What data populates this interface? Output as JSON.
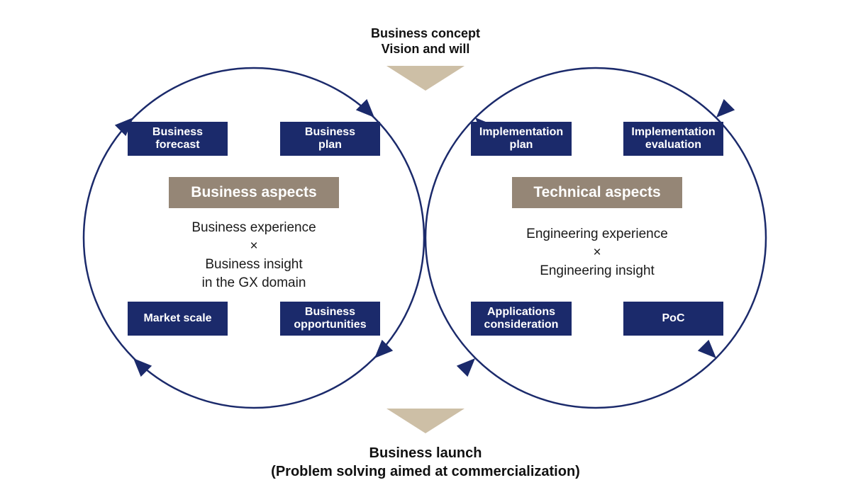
{
  "colors": {
    "navy": "#1b2a6b",
    "aspect_bg": "#958676",
    "chevron": "#cdbfa6",
    "text": "#1a1a1a"
  },
  "top_caption": {
    "line1": "Business concept",
    "line2": "Vision and will"
  },
  "bottom_caption": {
    "line1": "Business launch",
    "line2": "(Problem solving aimed at commercialization)"
  },
  "left_cycle": {
    "aspect_label": "Business aspects",
    "body": {
      "line1": "Business experience",
      "times": "×",
      "line2": "Business insight",
      "line3": "in the GX domain"
    },
    "boxes": {
      "top_left": {
        "line1": "Business",
        "line2": "forecast"
      },
      "top_right": {
        "line1": "Business",
        "line2": "plan"
      },
      "bottom_left": {
        "line1": "Market scale"
      },
      "bottom_right": {
        "line1": "Business",
        "line2": "opportunities"
      }
    }
  },
  "right_cycle": {
    "aspect_label": "Technical aspects",
    "body": {
      "line1": "Engineering experience",
      "times": "×",
      "line2": "Engineering insight"
    },
    "boxes": {
      "top_left": {
        "line1": "Implementation",
        "line2": "plan"
      },
      "top_right": {
        "line1": "Implementation",
        "line2": "evaluation"
      },
      "bottom_left": {
        "line1": "Applications",
        "line2": "consideration"
      },
      "bottom_right": {
        "line1": "PoC"
      }
    }
  }
}
